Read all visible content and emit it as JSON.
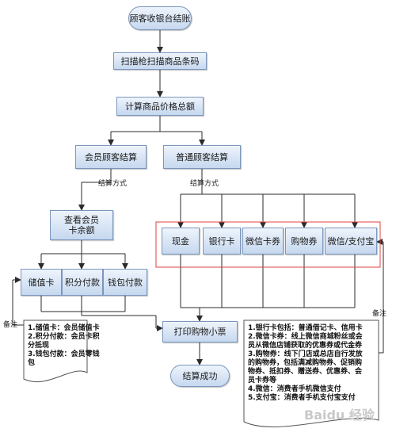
{
  "nodes": {
    "start": "顾客收银台结账",
    "scan": "扫描枪扫描商品条码",
    "total": "计算商品价格总额",
    "member": "会员顾客结算",
    "normal": "普通顾客结算",
    "card_balance": "查看会员卡余额",
    "stored": "储值卡",
    "points": "积分付款",
    "wallet": "钱包付款",
    "cash": "现金",
    "bank": "银行卡",
    "wechat_coupon": "微信卡券",
    "voucher": "购物券",
    "wechat_alipay": "微信/支付宝",
    "receipt": "打印购物小票",
    "done": "结算成功"
  },
  "labels": {
    "pay_method_left": "结算方式",
    "pay_method_right": "结算方式",
    "remark_left": "备注",
    "remark_right": "备注"
  },
  "notes": {
    "left": [
      "1.储值卡：会员储值卡",
      "2.积分付款：会员卡积",
      "分抵现",
      "3.钱包付款：会员零钱",
      "包"
    ],
    "right": [
      "1.银行卡包括：普通借记卡、信用卡",
      "2.微信卡券：线上微信商城粉丝或会",
      "员从微信店铺获取的优惠券或代金券",
      "3.购物券：线下门店或总店自行发放",
      "的购物券，包括满减购物券、促销购",
      "物券、抵扣券、赠送券、优惠券、会",
      "员卡券等",
      "4.微信：消费者手机微信支付",
      "5.支付宝：消费者手机支付宝支付"
    ]
  },
  "watermark": "Baidu 经验"
}
